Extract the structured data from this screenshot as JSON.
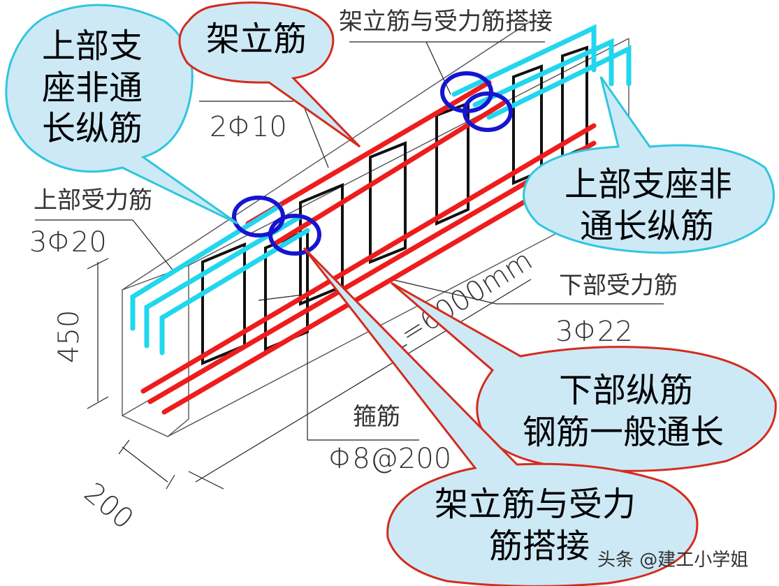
{
  "callouts": {
    "top_left": [
      "上部支",
      "座非通",
      "长纵筋"
    ],
    "erection": "架立筋",
    "right": [
      "上部支座非",
      "通长纵筋"
    ],
    "bottom_long": [
      "下部纵筋",
      "钢筋一般通长"
    ],
    "lap": [
      "架立筋与受力",
      "筋搭接"
    ]
  },
  "labels": {
    "lap_top": "架立筋与受力筋搭接",
    "erection_spec": "2Φ10",
    "top_main": "上部受力筋",
    "top_main_spec": "3Φ20",
    "bottom_main": "下部受力筋",
    "bottom_main_spec": "3Φ22",
    "stirrup": "箍筋",
    "stirrup_spec": "Φ8@200",
    "span": "L=6000mm",
    "height": "450",
    "width": "200"
  },
  "watermark": "头条 @建工小学姐",
  "colors": {
    "callout_fill": "#cde9f6",
    "callout_stroke_red": "#d42b1e",
    "callout_stroke_cyan": "#2fc6de",
    "rebar_red": "#ee1c1c",
    "rebar_cyan": "#22d6ee",
    "stirrup": "#111111",
    "lap_circle": "#1515d0",
    "concrete_line": "#555555"
  }
}
